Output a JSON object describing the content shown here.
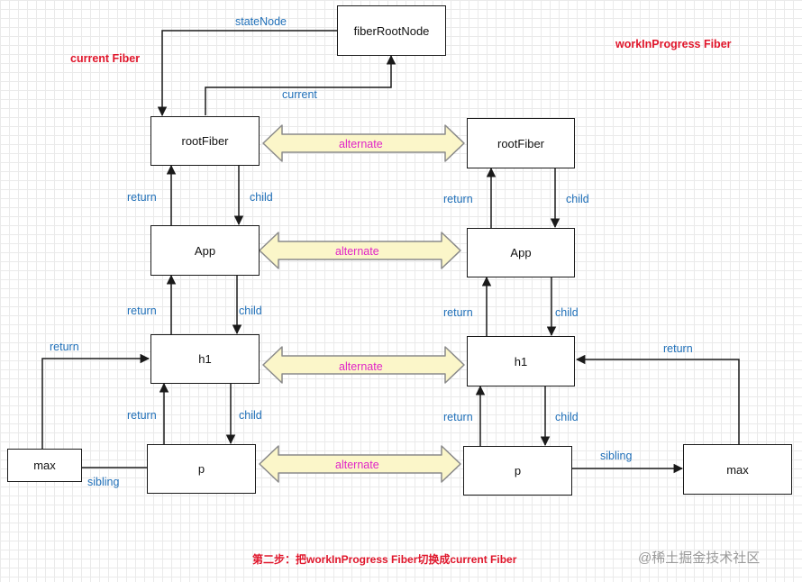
{
  "titles": {
    "current_fiber": "current Fiber",
    "work_in_progress_fiber": "workInProgress Fiber"
  },
  "nodes": {
    "fiber_root_node": "fiberRootNode",
    "left": {
      "root_fiber": "rootFiber",
      "app": "App",
      "h1": "h1",
      "p": "p",
      "max": "max"
    },
    "right": {
      "root_fiber": "rootFiber",
      "app": "App",
      "h1": "h1",
      "p": "p",
      "max": "max"
    }
  },
  "edges": {
    "state_node": "stateNode",
    "current": "current",
    "return": "return",
    "child": "child",
    "sibling": "sibling",
    "alternate": "alternate"
  },
  "caption": "第二步：把workInProgress Fiber切换成current Fiber",
  "watermark": "@稀土掘金技术社区",
  "colors": {
    "line": "#1a1a1a",
    "edge_label": "#1f6fb8",
    "title_red": "#e0162b",
    "alternate_label": "#e024c8",
    "arrow_fill": "#fbf6c9",
    "arrow_stroke": "#8a8a8a"
  }
}
